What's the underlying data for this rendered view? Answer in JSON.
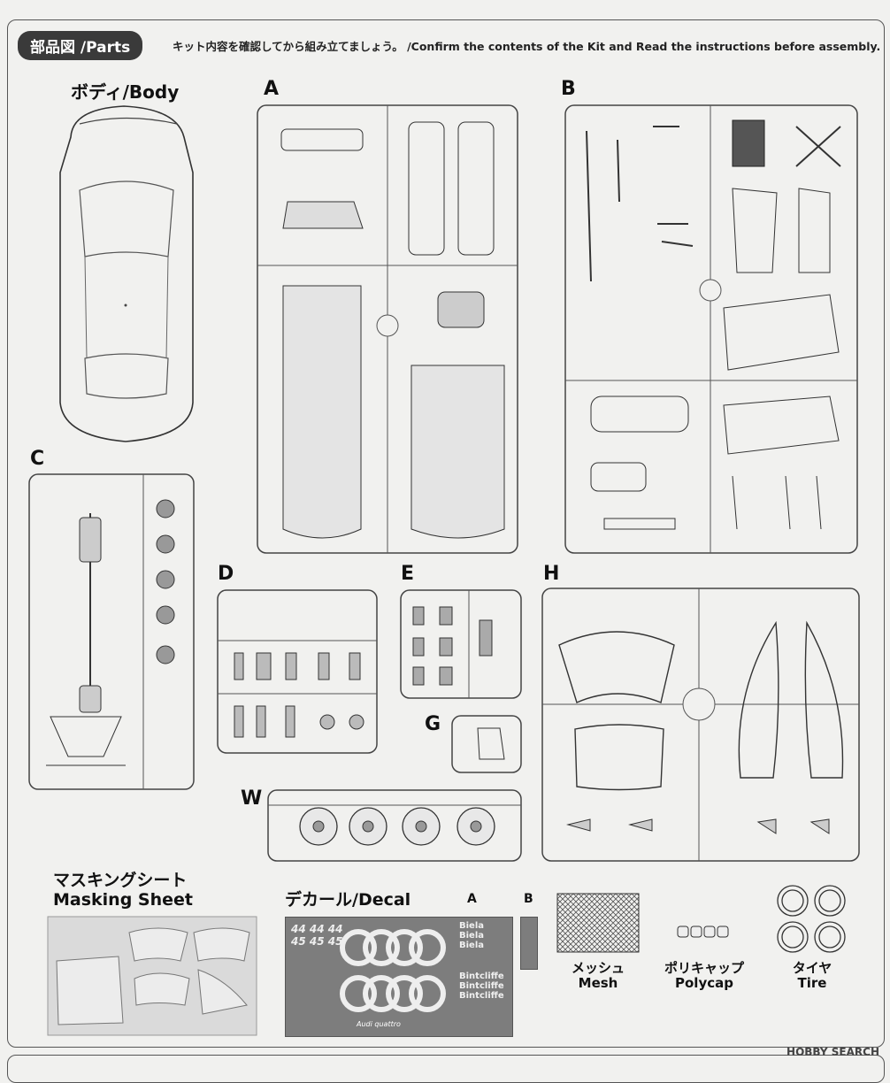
{
  "header": {
    "tag": "部品図 /Parts",
    "intro": "キット内容を確認してから組み立てましょう。 /Confirm the contents of the Kit and Read the instructions before assembly."
  },
  "sections": {
    "body": "ボディ/Body",
    "a": "A",
    "b": "B",
    "c": "C",
    "d": "D",
    "e": "E",
    "g": "G",
    "h": "H",
    "w": "W"
  },
  "masking": {
    "jp": "マスキングシート",
    "en": "Masking Sheet"
  },
  "decal": {
    "title": "デカール/Decal",
    "sheet_a": "A",
    "sheet_b": "B",
    "numbers": [
      "44",
      "44",
      "44",
      "45",
      "45",
      "45"
    ],
    "names": [
      "Biela",
      "Biela",
      "Biela",
      "Bintcliffe",
      "Bintcliffe",
      "Bintcliffe"
    ],
    "brand": "Audi quattro"
  },
  "mesh": {
    "jp": "メッシュ",
    "en": "Mesh"
  },
  "polycap": {
    "jp": "ポリキャップ",
    "en": "Polycap"
  },
  "tire": {
    "jp": "タイヤ",
    "en": "Tire"
  },
  "watermark": "HOBBY SEARCH"
}
